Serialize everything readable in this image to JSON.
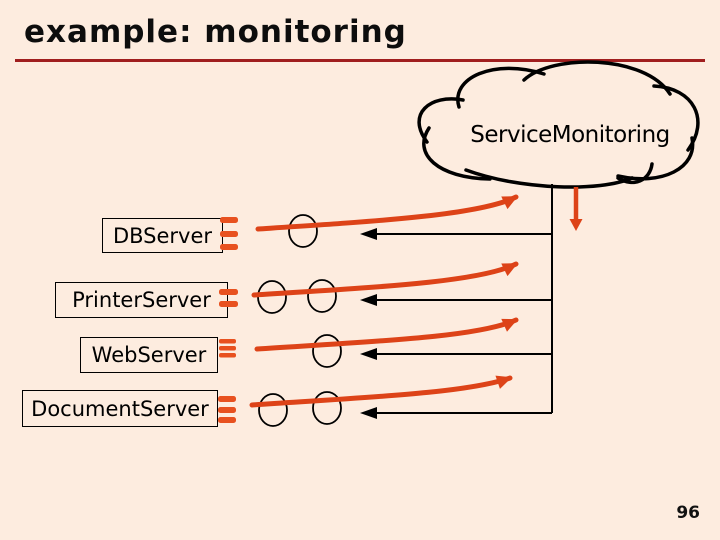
{
  "slide": {
    "title": "example: monitoring",
    "page_number": "96"
  },
  "colors": {
    "background": "#FDECDF",
    "accent_orange_red": "#DD4318",
    "title_underline_red": "#A01E1E",
    "line_black": "#000000"
  },
  "diagram": {
    "cloud_label": "ServiceMonitoring",
    "servers": [
      {
        "label": "DBServer",
        "interface_dashes": 3,
        "event_circles": 1
      },
      {
        "label": "PrinterServer",
        "interface_dashes": 2,
        "event_circles": 2
      },
      {
        "label": "WebServer",
        "interface_dashes": 3,
        "event_circles": 1
      },
      {
        "label": "DocumentServer",
        "interface_dashes": 3,
        "event_circles": 2
      }
    ]
  }
}
